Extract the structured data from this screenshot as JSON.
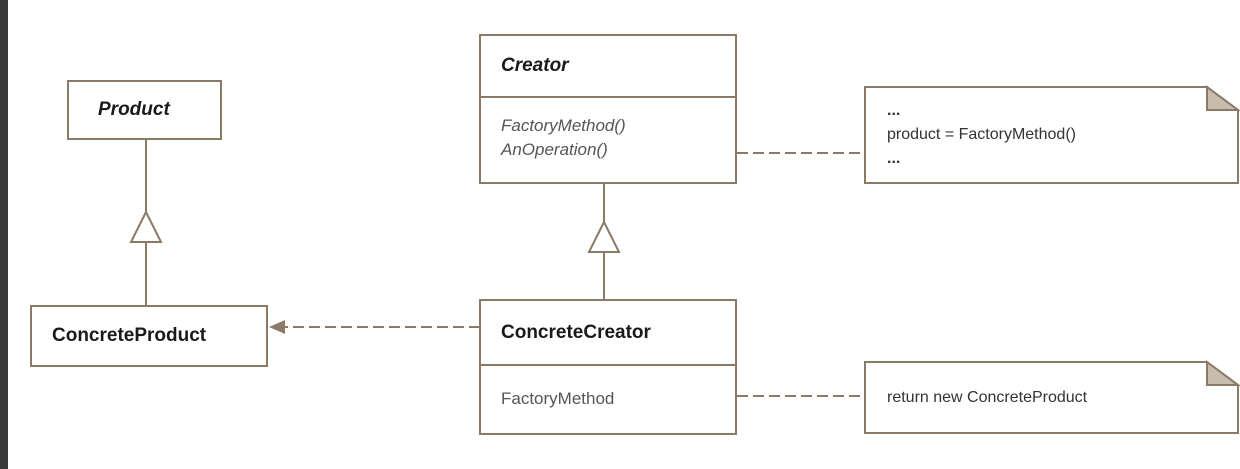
{
  "classes": {
    "product": {
      "name": "Product"
    },
    "concrete_product": {
      "name": "ConcreteProduct"
    },
    "creator": {
      "name": "Creator",
      "operations": [
        "FactoryMethod()",
        "AnOperation()"
      ]
    },
    "concrete_creator": {
      "name": "ConcreteCreator",
      "operations": [
        "FactoryMethod"
      ]
    }
  },
  "notes": {
    "operation_note": [
      "...",
      "product = FactoryMethod()",
      "..."
    ],
    "factory_note": [
      "return new ConcreteProduct"
    ]
  },
  "colors": {
    "line": "#8b7a68",
    "title_text": "#1a1a1a",
    "body_text": "#555555"
  }
}
